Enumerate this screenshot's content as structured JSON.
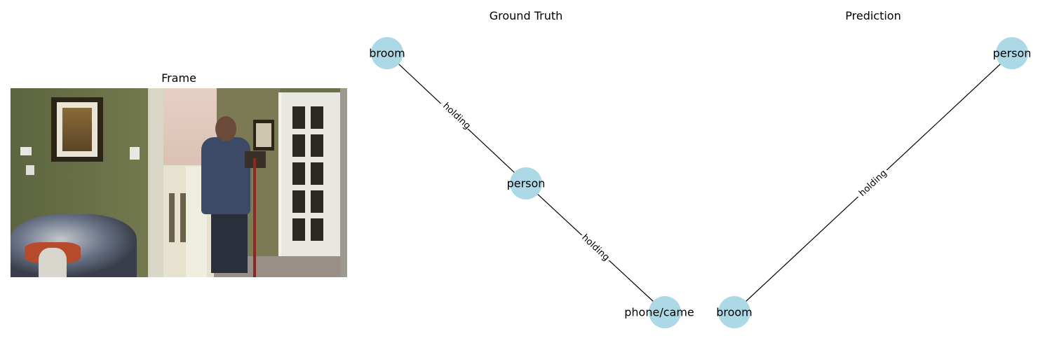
{
  "frame_panel": {
    "title": "Frame"
  },
  "ground_truth": {
    "title": "Ground Truth",
    "nodes": [
      {
        "id": "gt-broom",
        "label": "broom"
      },
      {
        "id": "gt-person",
        "label": "person"
      },
      {
        "id": "gt-phone",
        "label": "phone/came"
      }
    ],
    "edges": [
      {
        "source": "gt-person",
        "target": "gt-broom",
        "label": "holding"
      },
      {
        "source": "gt-person",
        "target": "gt-phone",
        "label": "holding"
      }
    ]
  },
  "prediction": {
    "title": "Prediction",
    "nodes": [
      {
        "id": "pred-person",
        "label": "person"
      },
      {
        "id": "pred-broom",
        "label": "broom"
      }
    ],
    "edges": [
      {
        "source": "pred-person",
        "target": "pred-broom",
        "label": "holding"
      }
    ]
  },
  "colors": {
    "node_fill": "#add8e6",
    "edge": "#000000"
  }
}
